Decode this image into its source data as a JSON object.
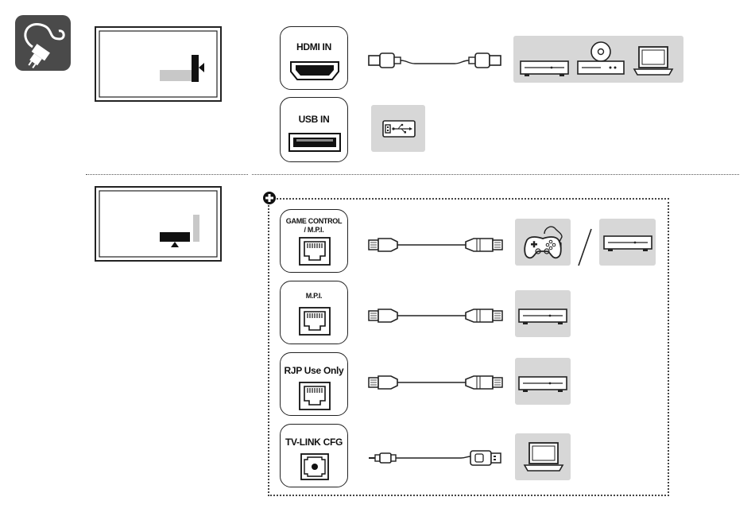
{
  "ports": {
    "hdmi": "HDMI IN",
    "usb": "USB IN",
    "game_control_line1": "GAME CONTROL",
    "game_control_line2": "/ M.P.I.",
    "mpi": "M.P.I.",
    "rjp": "RJP Use Only",
    "tvlink": "TV-LINK CFG"
  },
  "icons": {
    "corner": "cable-plug-icon",
    "tv_side": "tv-side-panel-icon",
    "tv_bottom": "tv-bottom-panel-icon",
    "plus": "plus-circle-icon",
    "hdmi_cable": "hdmi-cable-icon",
    "usb_drive": "usb-drive-icon",
    "rj45_cable": "rj45-cable-icon",
    "jack_usb_cable": "jack-to-usb-cable-icon",
    "av_receiver": "set-top-box-icon",
    "dvd_player": "dvd-player-icon",
    "laptop": "laptop-icon",
    "gamepad": "gamepad-icon"
  },
  "colors": {
    "device_background": "#d7d7d7",
    "corner_icon_background": "#4a4a4a",
    "line": "#222222"
  }
}
